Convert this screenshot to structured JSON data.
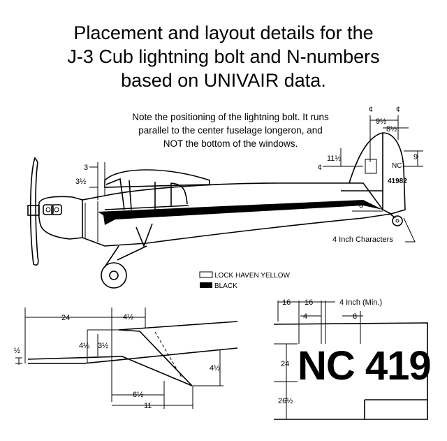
{
  "title_lines": [
    "Placement and layout details for the",
    "J-3 Cub lightning bolt and N-numbers",
    "based on UNIVAIR data."
  ],
  "note_lines": [
    "Note the positioning of the lightning bolt.  It runs",
    "parallel to the center fuselage longeron, and",
    "NOT the bottom of the windows."
  ],
  "legend": {
    "yellow": "LOCK HAVEN YELLOW",
    "black": "BLACK",
    "colors": {
      "yellow": "#ffffff",
      "black": "#000000"
    }
  },
  "side_view": {
    "dim_3": "3",
    "dim_3_half": "3½",
    "dim_11_half": "11½",
    "dim_9_half": "9½",
    "dim_8_half": "8½",
    "dim_9": "9",
    "dim_8": "8",
    "cl_symbol": "¢",
    "tail_nc": "NC",
    "tail_number": "41982",
    "chars_note": "4 Inch Characters"
  },
  "bolt_detail": {
    "dim_24": "24",
    "dim_4_half_top": "4½",
    "dim_4_half_left": "4½",
    "dim_3_half": "3½",
    "dim_half": "½",
    "dim_4_half_right": "4½",
    "dim_6_half": "6½",
    "dim_11": "11"
  },
  "number_detail": {
    "dim_16a": "16",
    "dim_16b": "16",
    "dim_4_min": "4 Inch (Min.)",
    "dim_4": "4",
    "dim_8": "8",
    "dim_24": "24",
    "dim_26_half": "26½",
    "registration": "NC 419"
  }
}
